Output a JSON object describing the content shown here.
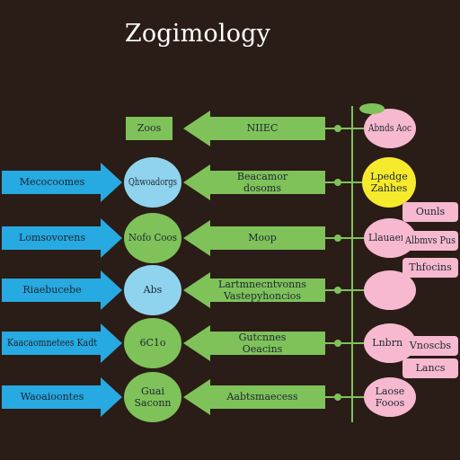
{
  "title": "Zogimology",
  "colors": {
    "background": "#2a1c16",
    "green": "#7fc25a",
    "blue": "#27a9e1",
    "light_blue": "#8fd3ee",
    "pink": "#f6b9cf",
    "yellow": "#f6ea2c",
    "text_dark": "#1c2630"
  },
  "diagram": {
    "rows": [
      {
        "left_arrow": "",
        "node": "Zoos",
        "node_color": "green",
        "green_arrow": "NIIEC",
        "right_circle": "Abnds Aoc",
        "right_color": "pink"
      },
      {
        "left_arrow": "Mecocoomes",
        "node": "Qhwoadorgs",
        "node_color": "light_blue",
        "green_arrow": "Beacamor dosoms",
        "right_circle": "Lpedge Zahhes",
        "right_color": "yellow"
      },
      {
        "left_arrow": "Lomsovorens",
        "node": "Nofo Coos",
        "node_color": "green",
        "green_arrow": "Moop",
        "right_circle": "Llauaens",
        "right_color": "pink"
      },
      {
        "left_arrow": "Riaebucebe",
        "node": "Abs",
        "node_color": "light_blue",
        "green_arrow": "Lartmnecntvonns Vastepyhoncios",
        "right_circle": "",
        "right_color": "pink"
      },
      {
        "left_arrow": "Kaacaomnetees Kadt",
        "node": "6C1o",
        "node_color": "green",
        "green_arrow": "Gutcnnes Oeacins",
        "right_circle": "Lnbrns",
        "right_color": "pink"
      },
      {
        "left_arrow": "Waoaioontes",
        "node": "Guai Saconn",
        "node_color": "green",
        "green_arrow": "Aabtsmaecess",
        "right_circle": "Laose Fooos",
        "right_color": "pink"
      }
    ],
    "side_labels": [
      "Ounls",
      "Albmvs Pus",
      "Thfocins",
      "Vnoscbs",
      "Lancs"
    ]
  }
}
